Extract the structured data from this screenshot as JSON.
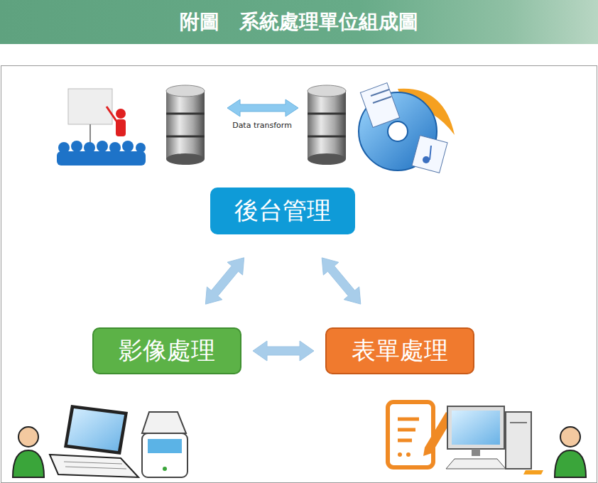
{
  "diagram": {
    "title": "附圖　系統處理單位組成圖",
    "nodes": [
      {
        "text": [
          "後台管理"
        ]
      },
      {
        "text": [
          "影像處理"
        ]
      },
      {
        "text": [
          "表單處理"
        ]
      }
    ],
    "edges": [
      {
        "from": 0,
        "to": 1,
        "arrow": "both"
      },
      {
        "from": 0,
        "to": 2,
        "arrow": "both"
      },
      {
        "from": 1,
        "to": 2,
        "arrow": "both"
      }
    ],
    "labels": [
      "Data transform"
    ]
  }
}
